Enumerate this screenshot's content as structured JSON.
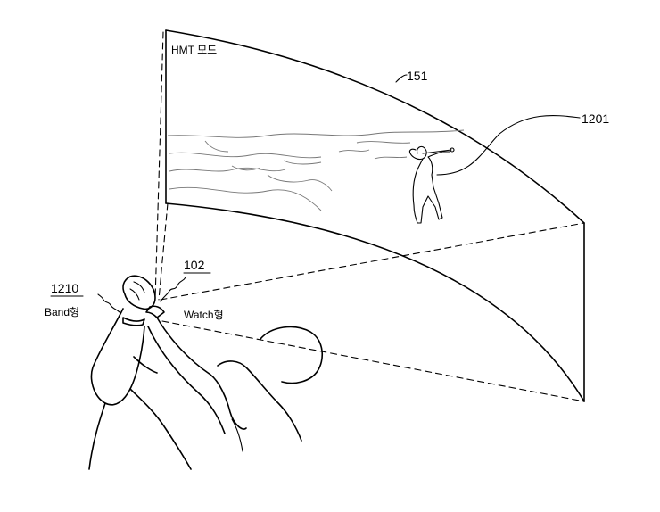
{
  "screen": {
    "mode_label": "HMT 모드"
  },
  "labels": {
    "screen_ref": "151",
    "image_ref": "1201",
    "watch_ref": "102",
    "watch_type": "Watch형",
    "band_ref": "1210",
    "band_type": "Band형"
  }
}
